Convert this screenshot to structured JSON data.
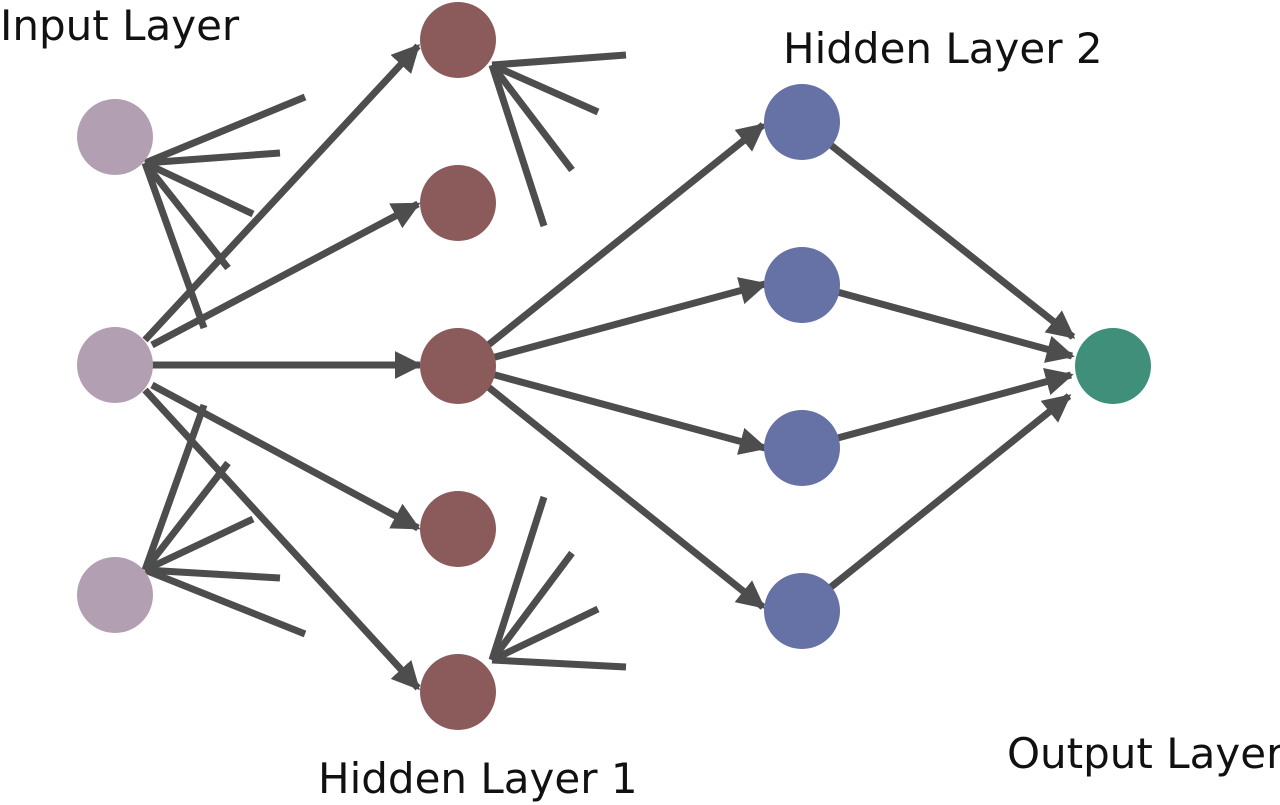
{
  "labels": {
    "input": "Input Layer",
    "hidden1": "Hidden Layer 1",
    "hidden2": "Hidden Layer 2",
    "output": "Output Layer"
  },
  "colors": {
    "input_node": "#b2a0b2",
    "hidden1_node": "#8b5b5b",
    "hidden2_node": "#6671a5",
    "output_node": "#3f8f7b",
    "edge": "#4d4d4d"
  },
  "network": {
    "layers": [
      {
        "name": "input",
        "node_count": 3
      },
      {
        "name": "hidden1",
        "node_count": 5
      },
      {
        "name": "hidden2",
        "node_count": 4
      },
      {
        "name": "output",
        "node_count": 1
      }
    ]
  }
}
